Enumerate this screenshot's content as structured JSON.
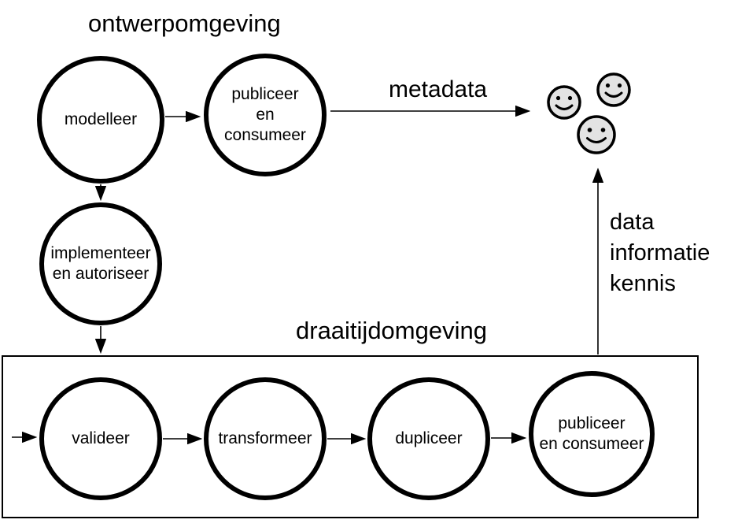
{
  "colors": {
    "background": "#ffffff",
    "ink": "#000000",
    "smiley_fill": "#e3e3e3"
  },
  "titles": {
    "design_environment": "ontwerpomgeving",
    "runtime_environment": "draaitijdomgeving"
  },
  "nodes": {
    "modelleer": {
      "label": "modelleer"
    },
    "publiceer_design": {
      "label": "publiceer\nen consumeer"
    },
    "implementeer": {
      "label": "implementeer\nen autoriseer"
    },
    "valideer": {
      "label": "valideer"
    },
    "transformeer": {
      "label": "transformeer"
    },
    "dupliceer": {
      "label": "dupliceer"
    },
    "publiceer_runtime": {
      "label": "publiceer\nen consumeer"
    }
  },
  "annotations": {
    "metadata_flow": "metadata",
    "output_flow": "data\ninformatie\nkennis"
  },
  "icons": {
    "users_group": "smiley-face-icon"
  }
}
